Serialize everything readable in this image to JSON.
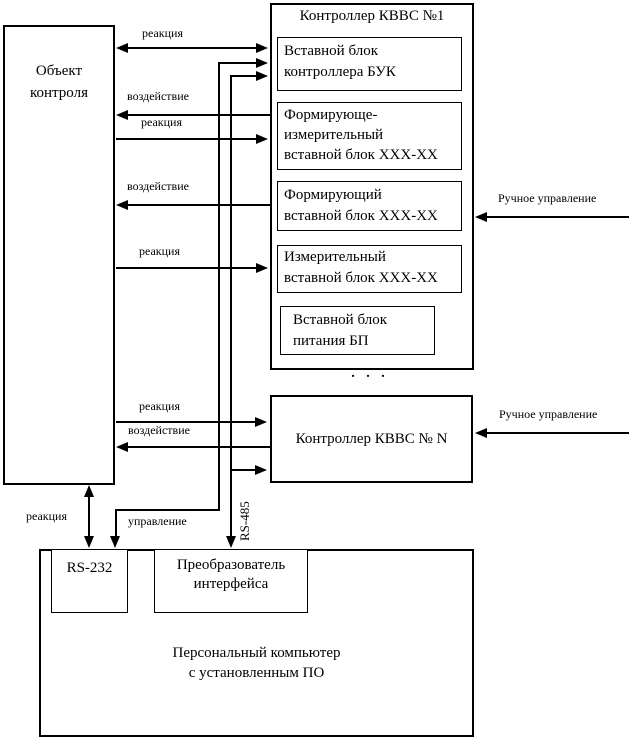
{
  "colors": {
    "line": "#000000",
    "background": "#ffffff"
  },
  "object_block": {
    "line1": "Объект",
    "line2": "контроля"
  },
  "controller1": {
    "title": "Контроллер КВВС №1",
    "buk_block": {
      "line1": "Вставной блок",
      "line2": "контроллера БУК"
    },
    "forming_measuring_block": {
      "line1": "Формирующе-",
      "line2": "измерительный",
      "line3": "вставной блок XXX-XX"
    },
    "forming_block": {
      "line1": "Формирующий",
      "line2": "вставной блок XXX-XX"
    },
    "measuring_block": {
      "line1": "Измерительный",
      "line2": "вставной блок XXX-XX"
    },
    "power_block": {
      "line1": "Вставной блок",
      "line2": "питания БП"
    }
  },
  "ellipsis": ". . .",
  "controllerN": {
    "title": "Контроллер КВВС № N"
  },
  "pc_block": {
    "rs232": "RS-232",
    "converter": {
      "line1": "Преобразователь",
      "line2": "интерфейса"
    },
    "title": {
      "line1": "Персональный компьютер",
      "line2": "с установленным ПО"
    }
  },
  "arrows": {
    "reaction": "реакция",
    "influence": "воздействие",
    "manual_control": "Ручное управление",
    "control": "управление",
    "rs485": "RS-485"
  }
}
